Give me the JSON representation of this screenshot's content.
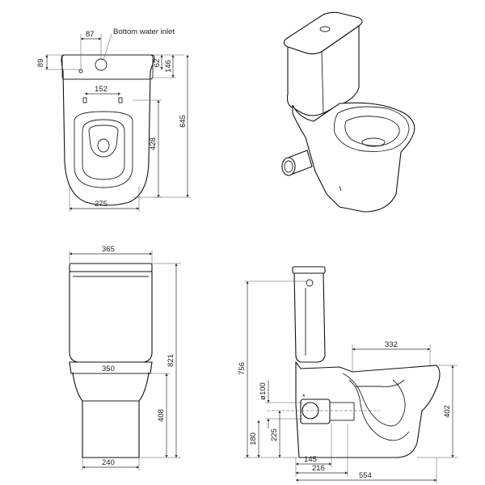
{
  "labels": {
    "inlet": "Bottom water inlet",
    "star": "*"
  },
  "dimensions": {
    "top": {
      "d87": "87",
      "d89": "89",
      "d62": "62",
      "d146": "146",
      "d152": "152",
      "d428": "428",
      "d645": "645",
      "d275": "275"
    },
    "front": {
      "d365": "365",
      "d350": "350",
      "d821": "821",
      "d408": "408",
      "d240": "240"
    },
    "side": {
      "d332": "332",
      "d756": "756",
      "d402": "402",
      "d100": "ø100",
      "d180": "180",
      "d225": "225",
      "d145": "145",
      "d216": "216",
      "d554": "554"
    }
  }
}
